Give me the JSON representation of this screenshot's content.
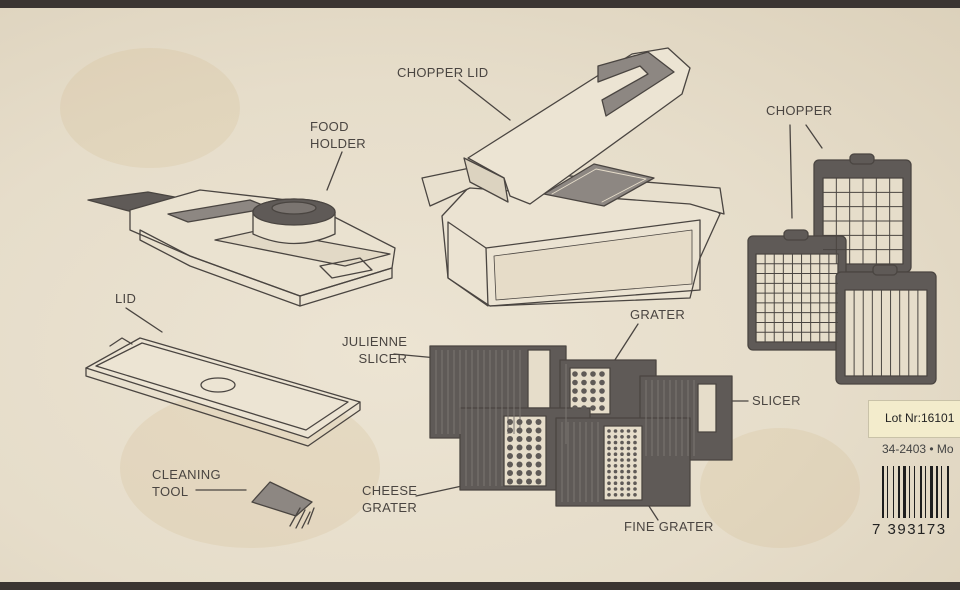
{
  "labels": {
    "chopper_lid": "CHOPPER LID",
    "food_holder": "FOOD\nHOLDER",
    "chopper": "CHOPPER",
    "lid": "LID",
    "julienne_slicer": "JULIENNE\nSLICER",
    "grater": "GRATER",
    "slicer": "SLICER",
    "cleaning_tool": "CLEANING\nTOOL",
    "cheese_grater": "CHEESE\nGRATER",
    "fine_grater": "FINE GRATER"
  },
  "lot": {
    "text": "Lot Nr:16101",
    "code": "34-2403 • Mo"
  },
  "barcode": {
    "digits": "7 393173"
  },
  "colors": {
    "cardboard": "#e6ddca",
    "ink": "#4a4541",
    "blade_gray": "#5f5a57",
    "lot_label": "#f3eccc"
  }
}
